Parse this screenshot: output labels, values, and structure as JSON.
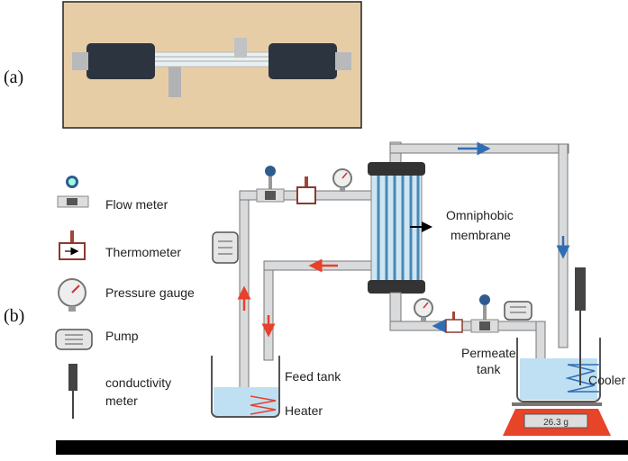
{
  "panels": {
    "a": "(a)",
    "b": "(b)"
  },
  "legend": [
    {
      "icon": "flow-meter-icon",
      "label": "Flow meter"
    },
    {
      "icon": "thermometer-icon",
      "label": "Thermometer"
    },
    {
      "icon": "pressure-gauge-icon",
      "label": "Pressure gauge"
    },
    {
      "icon": "pump-icon",
      "label": "Pump"
    },
    {
      "icon": "conductivity-meter-icon",
      "label_line1": "conductivity",
      "label_line2": "meter"
    }
  ],
  "labels": {
    "membrane_line1": "Omniphobic",
    "membrane_line2": "membrane",
    "feed_tank": "Feed tank",
    "heater": "Heater",
    "permeate_line1": "Permeate",
    "permeate_line2": "tank",
    "cooler": "Cooler",
    "scale_reading": "26.3 g"
  },
  "colors": {
    "hot_flow": "#e8402a",
    "cold_flow": "#2f6db5",
    "water": "#bfe0f2",
    "scale": "#e8442a"
  }
}
